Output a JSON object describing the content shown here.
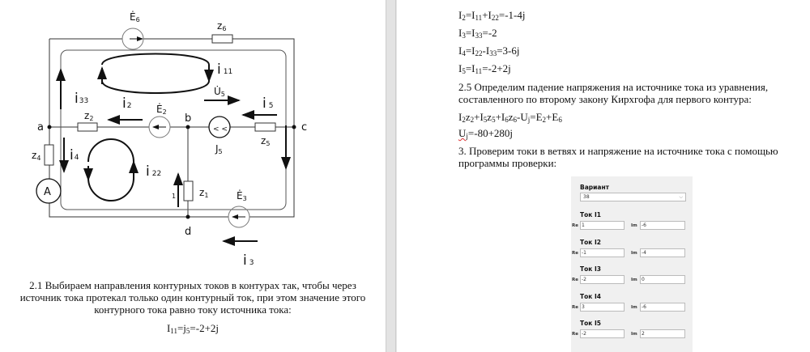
{
  "circuit": {
    "nodes": {
      "a": "a",
      "b": "b",
      "c": "c",
      "d": "d"
    },
    "labels": {
      "E6": {
        "main": "Ė",
        "sub": "6"
      },
      "z6": {
        "main": "z",
        "sub": "6"
      },
      "i11": {
        "main": "i",
        "sub": "11"
      },
      "U5": {
        "main": "U̇",
        "sub": "5"
      },
      "i33": {
        "main": "i",
        "sub": "33"
      },
      "i2": {
        "main": "i",
        "sub": "2"
      },
      "E2": {
        "main": "Ė",
        "sub": "2"
      },
      "z2": {
        "main": "z",
        "sub": "2"
      },
      "i5": {
        "main": "i",
        "sub": "5"
      },
      "J5": {
        "main": "J",
        "sub": "5"
      },
      "z5": {
        "main": "z",
        "sub": "5"
      },
      "z4": {
        "main": "z",
        "sub": "4"
      },
      "i4": {
        "main": "i",
        "sub": "4"
      },
      "i22": {
        "main": "i",
        "sub": "22"
      },
      "one": "1",
      "z1": {
        "main": "z",
        "sub": "1"
      },
      "E3": {
        "main": "Ė",
        "sub": "3"
      },
      "i3": {
        "main": "i",
        "sub": "3"
      },
      "ammeter": "A",
      "J5_symbol": "< <"
    }
  },
  "left": {
    "para_2_1": [
      "2.1 Выбираем направления контурных токов в контурах так, чтобы через",
      "источник тока протекал только один контурный ток, при этом значение этого",
      "контурного тока равно току источника тока:"
    ],
    "eq_I11": [
      [
        "I",
        ""
      ],
      [
        "",
        "11"
      ],
      [
        "=j",
        ""
      ],
      [
        "",
        "5"
      ],
      [
        "=-2+2j",
        ""
      ]
    ]
  },
  "right": {
    "eqs": [
      [
        [
          "I",
          ""
        ],
        [
          "",
          "2"
        ],
        [
          "=I",
          ""
        ],
        [
          "",
          "11"
        ],
        [
          "+I",
          ""
        ],
        [
          "",
          "22"
        ],
        [
          "=-1-4j",
          ""
        ]
      ],
      [
        [
          "I",
          ""
        ],
        [
          "",
          "3"
        ],
        [
          "=I",
          ""
        ],
        [
          "",
          "33"
        ],
        [
          "=-2",
          ""
        ]
      ],
      [
        [
          "I",
          ""
        ],
        [
          "",
          "4"
        ],
        [
          "=I",
          ""
        ],
        [
          "",
          "22"
        ],
        [
          "-I",
          ""
        ],
        [
          "",
          "33"
        ],
        [
          "=3-6j",
          ""
        ]
      ],
      [
        [
          "I",
          ""
        ],
        [
          "",
          "5"
        ],
        [
          "=I",
          ""
        ],
        [
          "",
          "11"
        ],
        [
          "=-2+2j",
          ""
        ]
      ]
    ],
    "para_2_5": [
      "2.5 Определим падение напряжения на источнике тока из уравнения,",
      "составленного по второму закону Кирхгофа для первого контура:"
    ],
    "eq_kirchhoff": [
      [
        "I",
        ""
      ],
      [
        "",
        "2"
      ],
      [
        "z",
        ""
      ],
      [
        "",
        "2"
      ],
      [
        "+I",
        ""
      ],
      [
        "",
        "5"
      ],
      [
        "z",
        ""
      ],
      [
        "",
        "5"
      ],
      [
        "+I",
        ""
      ],
      [
        "",
        "6"
      ],
      [
        "z",
        ""
      ],
      [
        "",
        "6"
      ],
      [
        "-U",
        ""
      ],
      [
        "",
        "j"
      ],
      [
        "=E",
        ""
      ],
      [
        "",
        "2"
      ],
      [
        "+E",
        ""
      ],
      [
        "",
        "6"
      ]
    ],
    "eq_Uj": {
      "u": "U",
      "sub": "j",
      "rest": "=-80+280j"
    },
    "para_3": [
      "3. Проверим токи в ветвях и напряжение на источнике тока с помощью",
      "программы проверки:"
    ]
  },
  "form": {
    "variant_label": "Вариант",
    "variant_value": "38",
    "re_label": "Re",
    "im_label": "Im",
    "currents": [
      {
        "title": "Ток I1",
        "re": "1",
        "im": "-6"
      },
      {
        "title": "Ток I2",
        "re": "-1",
        "im": "-4"
      },
      {
        "title": "Ток I3",
        "re": "-2",
        "im": "0"
      },
      {
        "title": "Ток I4",
        "re": "3",
        "im": "-6"
      },
      {
        "title": "Ток I5",
        "re": "-2",
        "im": "2"
      }
    ]
  }
}
